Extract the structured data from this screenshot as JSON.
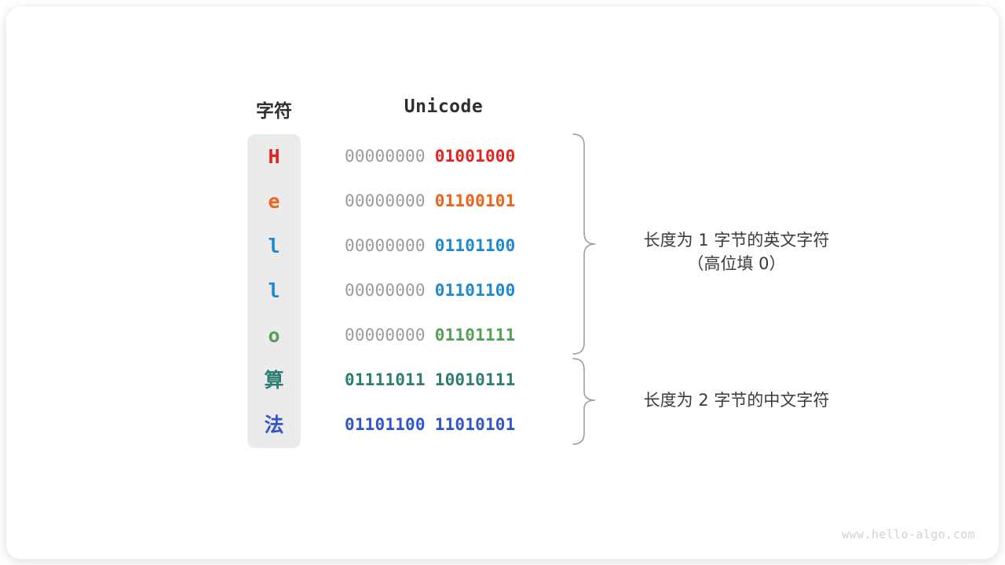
{
  "figure": {
    "watermark": "www.hello-algo.com",
    "background_color": "#ffffff",
    "card_color": "#ffffff",
    "pill_color": "#ebebeb",
    "high_byte_color": "#9b9b9b",
    "brace_color": "#9e9e9e",
    "annotation_color": "#3a3a3a"
  },
  "headers": {
    "char": "字符",
    "unicode": "Unicode"
  },
  "rows": [
    {
      "char": "H",
      "color": "#e3251f",
      "high_byte": "00000000",
      "low_byte": "01001000",
      "group": "ascii"
    },
    {
      "char": "e",
      "color": "#f0611a",
      "high_byte": "00000000",
      "low_byte": "01100101",
      "group": "ascii"
    },
    {
      "char": "l",
      "color": "#1e88d0",
      "high_byte": "00000000",
      "low_byte": "01101100",
      "group": "ascii"
    },
    {
      "char": "l",
      "color": "#1e88d0",
      "high_byte": "00000000",
      "low_byte": "01101100",
      "group": "ascii"
    },
    {
      "char": "o",
      "color": "#55a055",
      "high_byte": "00000000",
      "low_byte": "01101111",
      "group": "ascii"
    },
    {
      "char": "算",
      "color": "#2e7d73",
      "high_byte": "01111011",
      "low_byte": "10010111",
      "group": "cjk"
    },
    {
      "char": "法",
      "color": "#3355cc",
      "high_byte": "01101100",
      "low_byte": "11010101",
      "group": "cjk"
    }
  ],
  "annotations": {
    "ascii": {
      "line1": "长度为 1 字节的英文字符",
      "line2": "（高位填 0）"
    },
    "cjk": {
      "line1": "长度为 2 字节的中文字符",
      "line2": ""
    }
  }
}
